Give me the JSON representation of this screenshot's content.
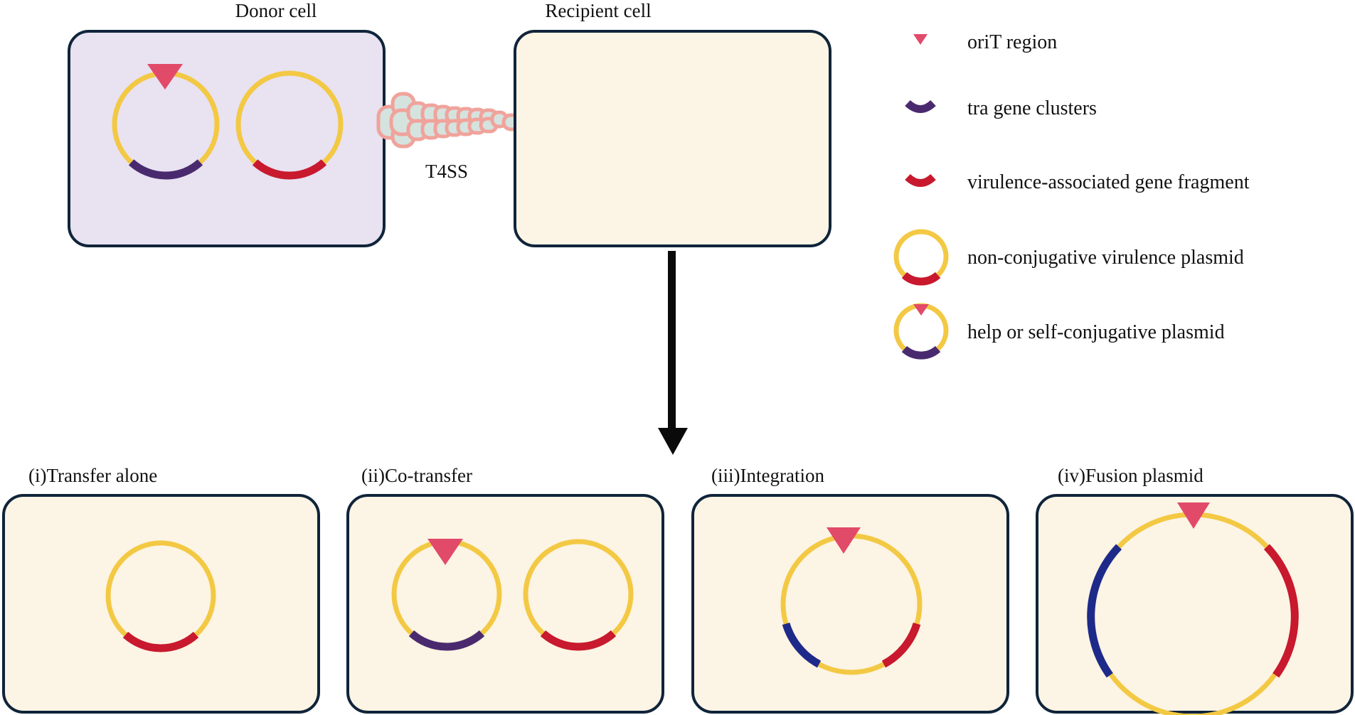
{
  "colors": {
    "donor_fill": "#e8e2f1",
    "recipient_fill": "#fcf4e4",
    "plasmid_ring": "#f3c944",
    "oriT": "#e24a69",
    "tra": "#4a2a6e",
    "virulence": "#c8192e",
    "integrated_tra": "#1e2a8a",
    "arrow": "#0a0a0a"
  },
  "top": {
    "donor_label": "Donor cell",
    "recipient_label": "Recipient cell",
    "t4ss_label": "T4SS"
  },
  "legend": {
    "orit": "oriT region",
    "tra": "tra gene clusters",
    "virulence": "virulence-associated gene fragment",
    "nonconj": "non-conjugative virulence plasmid",
    "helper": "help or self-conjugative  plasmid"
  },
  "outcomes": [
    {
      "label": "(i)Transfer alone"
    },
    {
      "label": "(ii)Co-transfer"
    },
    {
      "label": "(iii)Integration"
    },
    {
      "label": "(iv)Fusion plasmid"
    }
  ]
}
